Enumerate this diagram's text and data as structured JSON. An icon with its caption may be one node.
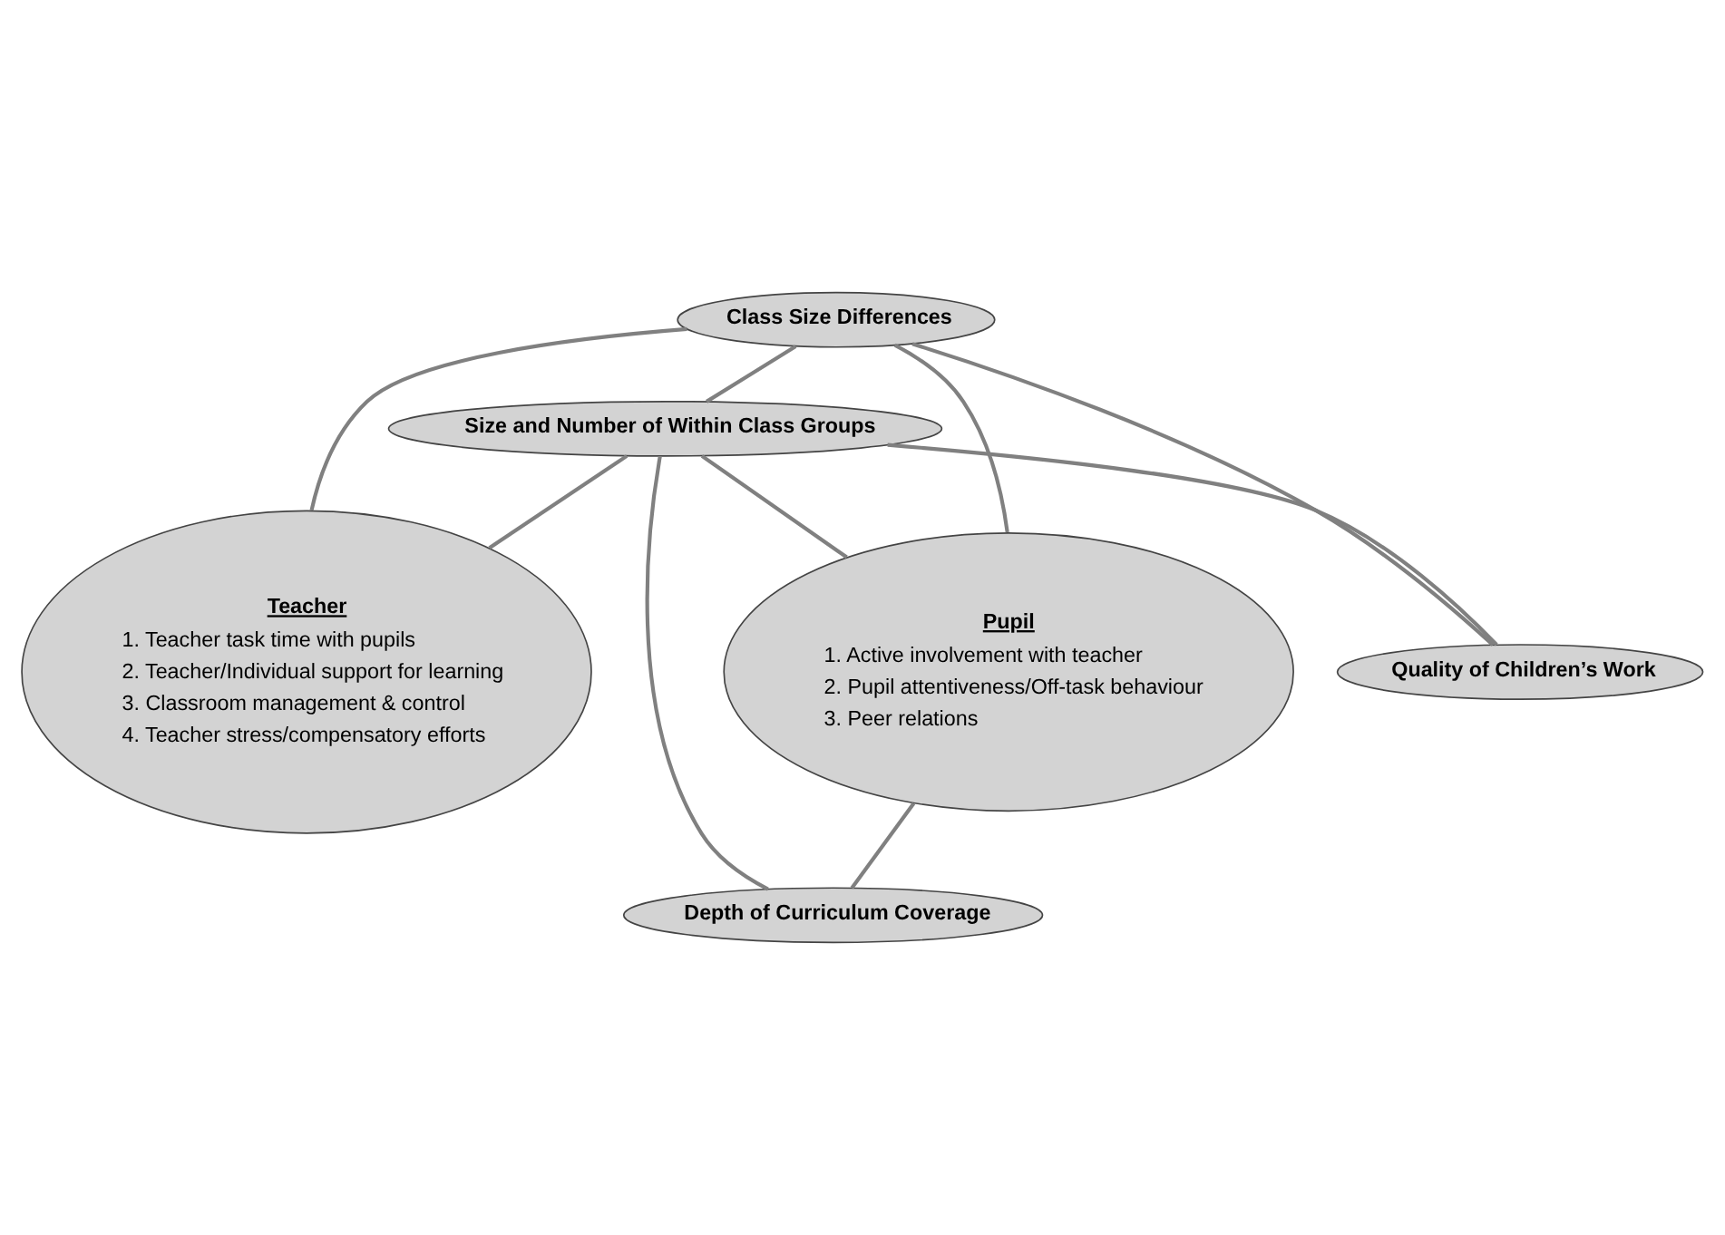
{
  "diagram": {
    "nodes": [
      {
        "text": [
          "Class Size Differences"
        ]
      },
      {
        "text": [
          "Size and Number of Within Class Groups"
        ]
      },
      {
        "text": [
          "Teacher",
          "1. Teacher task time with pupils",
          "2. Teacher/Individual support for learning",
          "3. Classroom management & control",
          "4. Teacher stress/compensatory efforts"
        ]
      },
      {
        "text": [
          "Pupil",
          "1. Active involvement with teacher",
          "2. Pupil attentiveness/Off-task behaviour",
          "3. Peer relations"
        ]
      },
      {
        "text": [
          "Depth of Curriculum Coverage"
        ]
      },
      {
        "text": [
          "Quality of Children’s Work"
        ]
      }
    ],
    "edges": [
      {
        "from": 0,
        "to": 2,
        "arrow": "none"
      },
      {
        "from": 0,
        "to": 1,
        "arrow": "none"
      },
      {
        "from": 0,
        "to": 3,
        "arrow": "none"
      },
      {
        "from": 0,
        "to": 5,
        "arrow": "none"
      },
      {
        "from": 1,
        "to": 2,
        "arrow": "none"
      },
      {
        "from": 1,
        "to": 3,
        "arrow": "none"
      },
      {
        "from": 1,
        "to": 4,
        "arrow": "none"
      },
      {
        "from": 1,
        "to": 5,
        "arrow": "none"
      },
      {
        "from": 3,
        "to": 4,
        "arrow": "none"
      }
    ]
  }
}
